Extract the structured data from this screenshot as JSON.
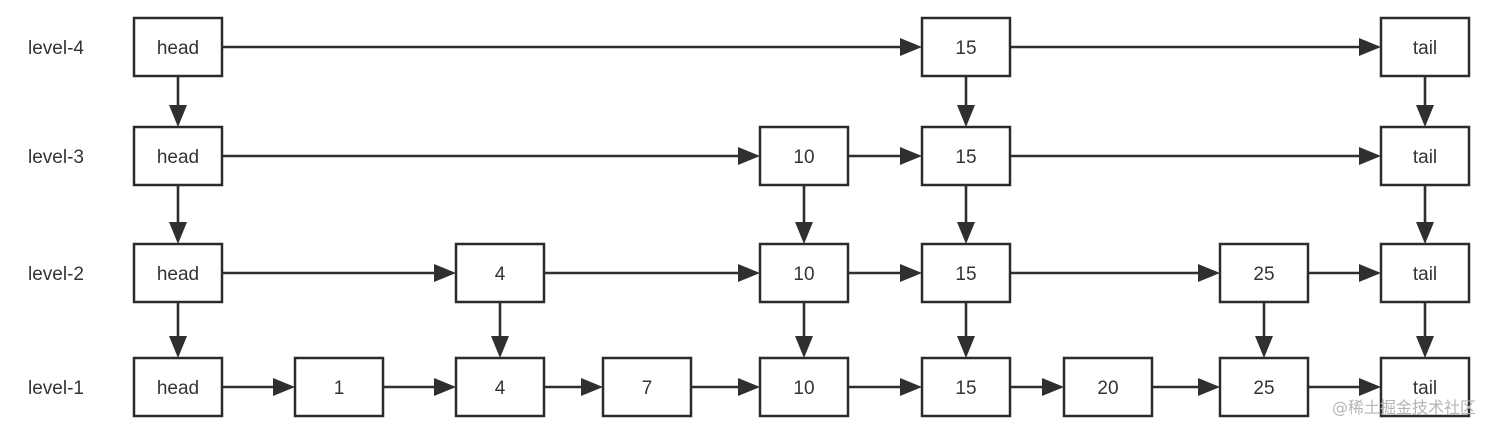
{
  "diagram": {
    "levels": [
      {
        "label": "level-4",
        "nodes": [
          "head",
          "15",
          "tail"
        ]
      },
      {
        "label": "level-3",
        "nodes": [
          "head",
          "10",
          "15",
          "tail"
        ]
      },
      {
        "label": "level-2",
        "nodes": [
          "head",
          "4",
          "10",
          "15",
          "25",
          "tail"
        ]
      },
      {
        "label": "level-1",
        "nodes": [
          "head",
          "1",
          "4",
          "7",
          "10",
          "15",
          "20",
          "25",
          "tail"
        ]
      }
    ],
    "colors": {
      "stroke": "#2b2b2b",
      "text": "#333333",
      "watermark": "#b5b5b5",
      "background": "#ffffff"
    }
  },
  "watermark": "@稀土掘金技术社区"
}
